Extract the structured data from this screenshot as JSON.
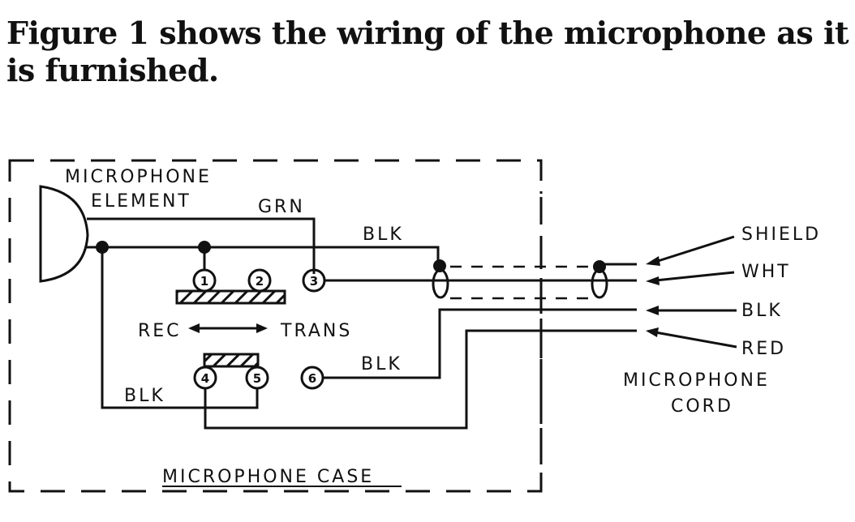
{
  "intro_text": "Figure 1 shows the wiring of the microphone as it is furnished.",
  "diagram": {
    "element_label_line1": "MICROPHONE",
    "element_label_line2": "ELEMENT",
    "case_label": "MICROPHONE CASE",
    "cord_label_line1": "MICROPHONE",
    "cord_label_line2": "CORD",
    "switch_label_left": "REC",
    "switch_label_right": "TRANS",
    "wire_labels": {
      "grn": "GRN",
      "blk_top": "BLK",
      "blk_mid": "BLK",
      "blk_left": "BLK"
    },
    "cord_wires": [
      "SHIELD",
      "WHT",
      "BLK",
      "RED"
    ],
    "terminals": [
      "1",
      "2",
      "3",
      "4",
      "5",
      "6"
    ]
  }
}
